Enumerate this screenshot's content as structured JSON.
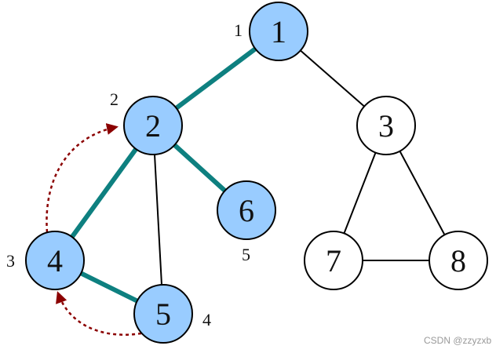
{
  "colors": {
    "visited_fill": "#99CCFF",
    "unvisited_fill": "#FFFFFF",
    "node_stroke": "#000000",
    "tree_edge": "#0E8080",
    "plain_edge": "#000000",
    "back_arrow": "#8B0000"
  },
  "nodes": [
    {
      "id": "1",
      "label": "1",
      "visited": true,
      "order": "1"
    },
    {
      "id": "2",
      "label": "2",
      "visited": true,
      "order": "2"
    },
    {
      "id": "3",
      "label": "3",
      "visited": false,
      "order": ""
    },
    {
      "id": "4",
      "label": "4",
      "visited": true,
      "order": "3"
    },
    {
      "id": "5",
      "label": "5",
      "visited": true,
      "order": "4"
    },
    {
      "id": "6",
      "label": "6",
      "visited": true,
      "order": "5"
    },
    {
      "id": "7",
      "label": "7",
      "visited": false,
      "order": ""
    },
    {
      "id": "8",
      "label": "8",
      "visited": false,
      "order": ""
    }
  ],
  "edges": [
    {
      "from": "1",
      "to": "2",
      "tree": true
    },
    {
      "from": "1",
      "to": "3",
      "tree": false
    },
    {
      "from": "2",
      "to": "4",
      "tree": true
    },
    {
      "from": "2",
      "to": "6",
      "tree": true
    },
    {
      "from": "2",
      "to": "5",
      "tree": false
    },
    {
      "from": "4",
      "to": "5",
      "tree": true
    },
    {
      "from": "3",
      "to": "7",
      "tree": false
    },
    {
      "from": "3",
      "to": "8",
      "tree": false
    },
    {
      "from": "7",
      "to": "8",
      "tree": false
    }
  ],
  "back_arrows": [
    {
      "from": "4",
      "to": "2"
    },
    {
      "from": "5",
      "to": "4"
    }
  ],
  "watermark": "CSDN @zzyzxb"
}
